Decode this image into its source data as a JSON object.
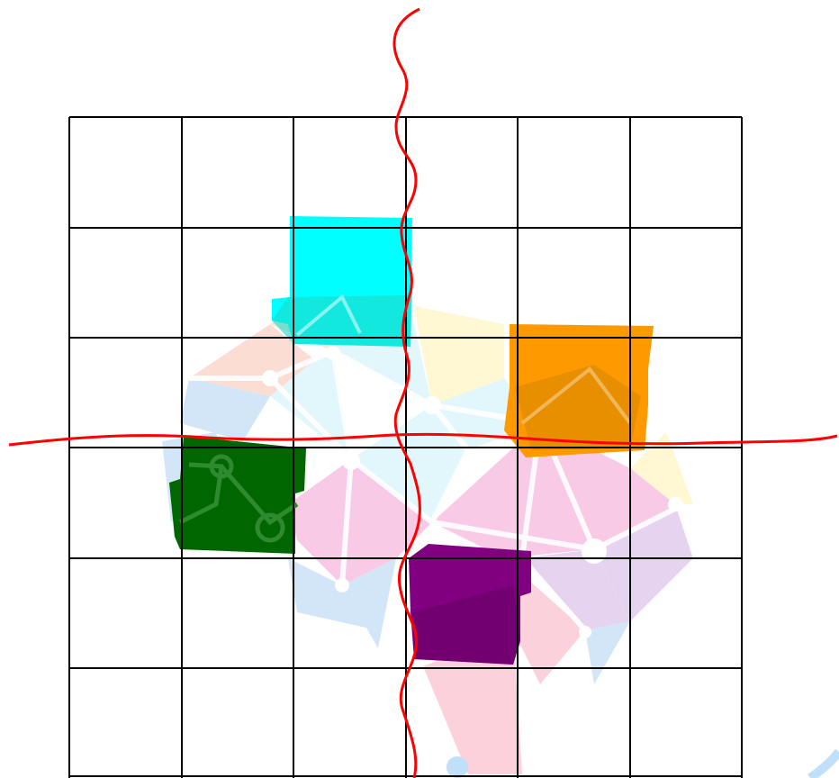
{
  "grid": {
    "rows": 6,
    "cols": 6,
    "line_color": "#000000"
  },
  "colors": {
    "cyan": "#00ffff",
    "orange": "#ff9900",
    "dark_green": "#006600",
    "purple": "#800080",
    "red_line": "#ff0000",
    "bg_pink": "#f08cc8",
    "bg_blue": "#9cc8f0",
    "bg_lightblue": "#bfeef8",
    "bg_yellow": "#fff0a0",
    "bg_salmon": "#f8b4a0",
    "bg_purple": "#c8a0dc",
    "bg_red": "#f89ab0"
  },
  "cells": [
    {
      "name": "cyan-square",
      "color": "cyan",
      "row": 2,
      "col": 3
    },
    {
      "name": "orange-square",
      "color": "orange",
      "row": 3,
      "col": 5
    },
    {
      "name": "green-square",
      "color": "dark_green",
      "row": 4,
      "col": 2
    },
    {
      "name": "purple-square",
      "color": "purple",
      "row": 5,
      "col": 4
    }
  ]
}
